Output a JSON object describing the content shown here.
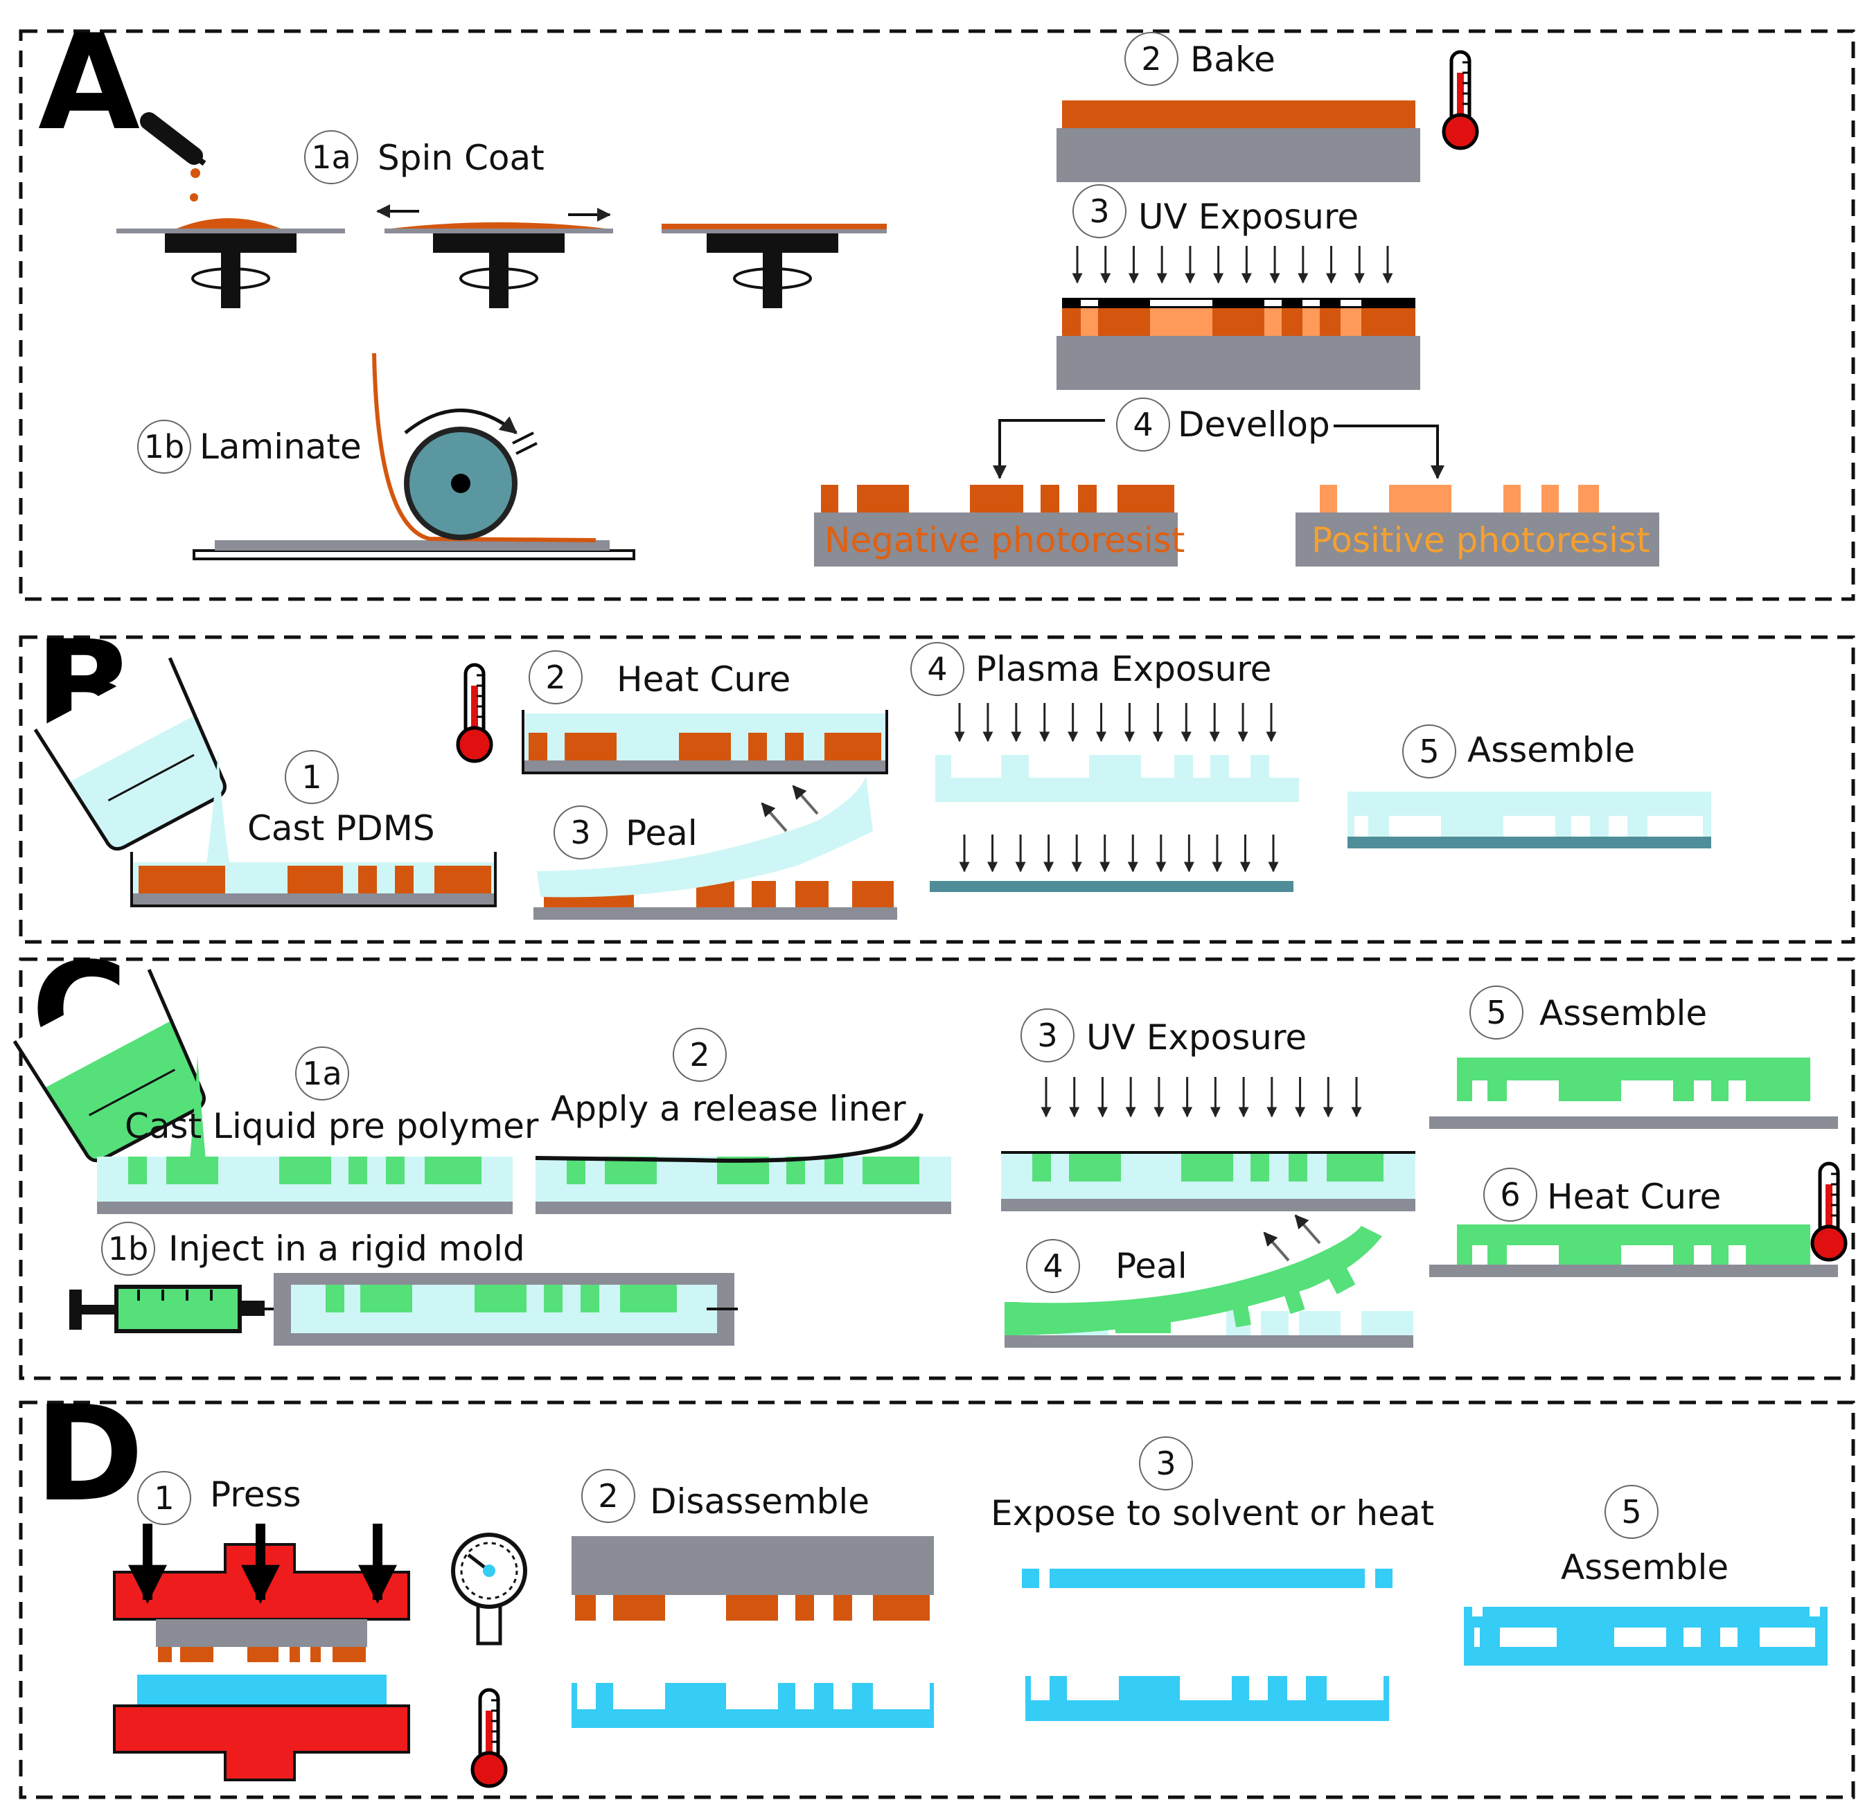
{
  "colors": {
    "photoresist": "#d4560e",
    "photoresist_light": "#ff9a5a",
    "substrate": "#8a8c96",
    "pdms": "#cff6f6",
    "teal_roller": "#5a97a0",
    "plasma_plate": "#4f8e98",
    "green_polymer": "#55e07a",
    "blue_thermoplastic": "#35ccf5",
    "press_red": "#ee1c1c"
  },
  "panels": {
    "A": {
      "letter": "A",
      "steps": {
        "spin": {
          "num": "1a",
          "label": "Spin Coat"
        },
        "laminate": {
          "num": "1b",
          "label": "Laminate"
        },
        "bake": {
          "num": "2",
          "label": "Bake"
        },
        "uv": {
          "num": "3",
          "label": "UV Exposure"
        },
        "develop": {
          "num": "4",
          "label": "Devellop"
        }
      },
      "negative_label": "Negative photoresist",
      "positive_label": "Positive photoresist"
    },
    "B": {
      "letter": "B",
      "steps": {
        "cast": {
          "num": "1",
          "label": "Cast PDMS"
        },
        "cure": {
          "num": "2",
          "label": "Heat Cure"
        },
        "peal": {
          "num": "3",
          "label": "Peal"
        },
        "plasma": {
          "num": "4",
          "label": "Plasma Exposure"
        },
        "assemble": {
          "num": "5",
          "label": "Assemble"
        }
      }
    },
    "C": {
      "letter": "C",
      "steps": {
        "cast": {
          "num": "1a",
          "label": "Cast Liquid pre polymer"
        },
        "inject": {
          "num": "1b",
          "label": "Inject in a rigid mold"
        },
        "liner": {
          "num": "2",
          "label": "Apply a release liner"
        },
        "uv": {
          "num": "3",
          "label": "UV Exposure"
        },
        "peal": {
          "num": "4",
          "label": "Peal"
        },
        "assemble": {
          "num": "5",
          "label": "Assemble"
        },
        "cure": {
          "num": "6",
          "label": "Heat Cure"
        }
      }
    },
    "D": {
      "letter": "D",
      "steps": {
        "press": {
          "num": "1",
          "label": "Press"
        },
        "disassemble": {
          "num": "2",
          "label": "Disassemble"
        },
        "expose": {
          "num": "3",
          "label": "Expose to solvent or heat"
        },
        "assemble": {
          "num": "5",
          "label": "Assemble"
        }
      }
    }
  }
}
